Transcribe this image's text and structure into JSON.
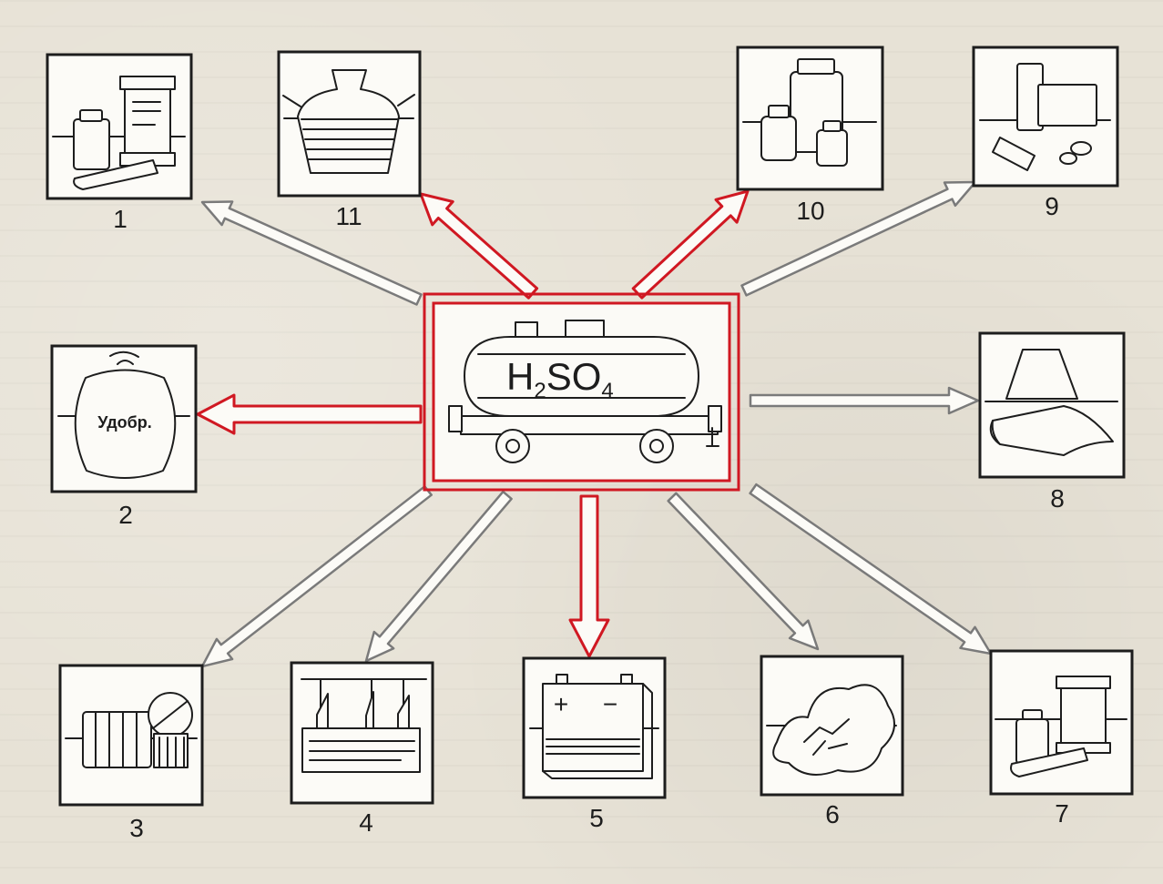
{
  "center": {
    "formula": {
      "h": "H",
      "two": "2",
      "so": "SO",
      "four": "4"
    }
  },
  "items": {
    "i1": {
      "label": "1"
    },
    "i2": {
      "label": "2",
      "bag_text": "Удобр."
    },
    "i3": {
      "label": "3"
    },
    "i4": {
      "label": "4"
    },
    "i5": {
      "label": "5",
      "plus": "+",
      "minus": "−"
    },
    "i6": {
      "label": "6"
    },
    "i7": {
      "label": "7"
    },
    "i8": {
      "label": "8"
    },
    "i9": {
      "label": "9"
    },
    "i10": {
      "label": "10"
    },
    "i11": {
      "label": "11"
    }
  },
  "colors": {
    "red_arrow": "#d01822",
    "gray_arrow": "#7a7a7a",
    "paper": "#e7e2d6"
  }
}
